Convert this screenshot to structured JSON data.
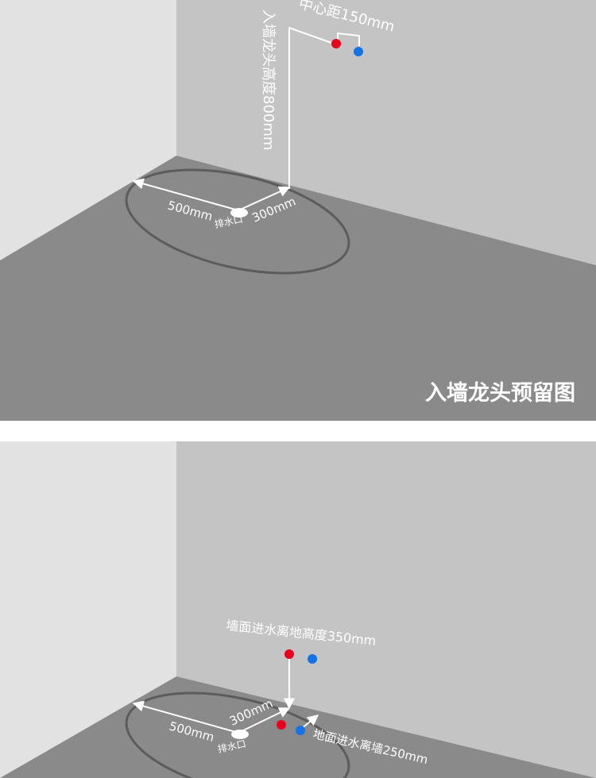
{
  "panel1": {
    "title": "入墙龙头预留图",
    "center_distance": "中心距150mm",
    "height_label": "入墙龙头高度800mm",
    "left_dim": "500mm",
    "right_dim": "300mm",
    "drain_label": "排水口"
  },
  "panel2": {
    "wall_inlet_height": "墙面进水离地高度350mm",
    "floor_inlet_distance": "地面进水离墙250mm",
    "left_dim": "500mm",
    "right_dim": "300mm",
    "drain_label": "排水口"
  },
  "colors": {
    "hot_water": "#e8001c",
    "cold_water": "#1473e6",
    "left_wall": "#e2e2e2",
    "back_wall": "#c4c4c4",
    "floor": "#8a8a8a"
  }
}
